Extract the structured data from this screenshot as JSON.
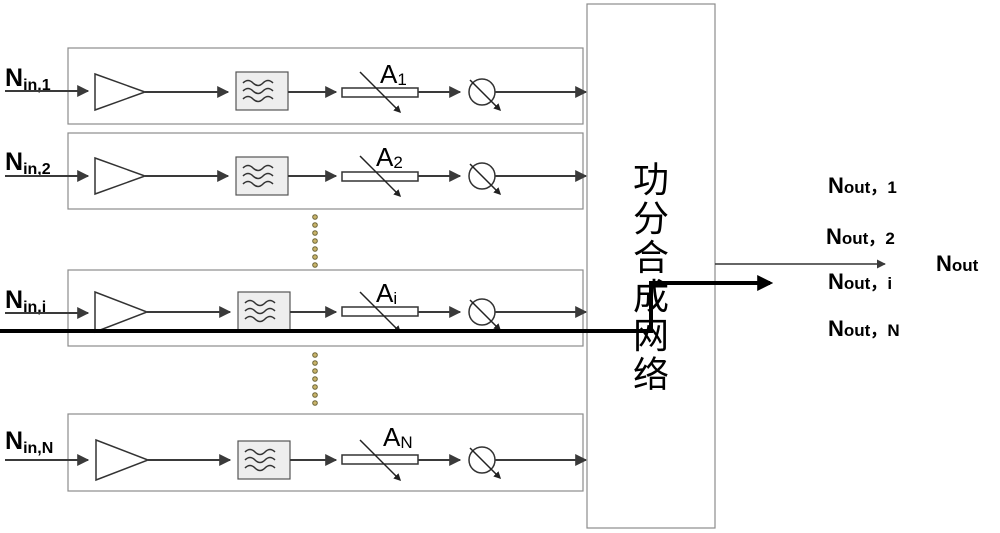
{
  "channels": [
    {
      "in_main": "N",
      "in_sub": "in,1",
      "att_main": "A",
      "att_sub": "1"
    },
    {
      "in_main": "N",
      "in_sub": "in,2",
      "att_main": "A",
      "att_sub": "2"
    },
    {
      "in_main": "N",
      "in_sub": "in,i",
      "att_main": "A",
      "att_sub": "i"
    },
    {
      "in_main": "N",
      "in_sub": "in,N",
      "att_main": "A",
      "att_sub": "N"
    }
  ],
  "network": {
    "label_chars": [
      "功",
      "分",
      "合",
      "成",
      "网",
      "络"
    ]
  },
  "outputs": [
    {
      "main": "N",
      "sub": "out，1"
    },
    {
      "main": "N",
      "sub": "out，2"
    },
    {
      "main": "N",
      "sub": "out，i"
    },
    {
      "main": "N",
      "sub": "out，N"
    }
  ],
  "final_output": {
    "main": "N",
    "sub": "out"
  },
  "colors": {
    "box_stroke": "#8c8c8c",
    "wire": "#3a3a3a",
    "highlight_path": "#000000",
    "dots": "#c9b46a"
  }
}
